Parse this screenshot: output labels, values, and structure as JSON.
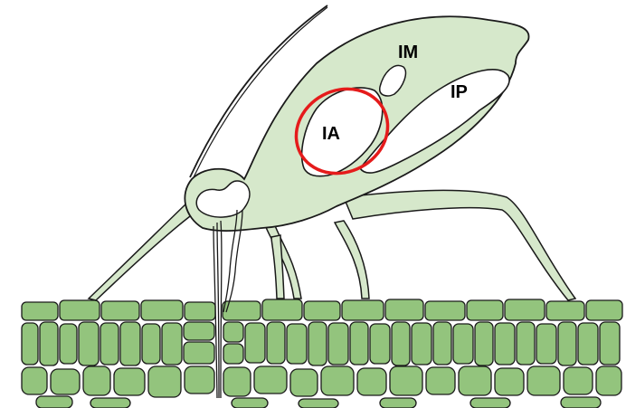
{
  "labels": {
    "ia": "IA",
    "im": "IM",
    "ip": "IP"
  },
  "colors": {
    "body_fill": "#d6e8cb",
    "tissue_fill": "#93c47d",
    "outline": "#1a1a1a",
    "highlight": "#e51b1b",
    "cavity": "#ffffff"
  }
}
